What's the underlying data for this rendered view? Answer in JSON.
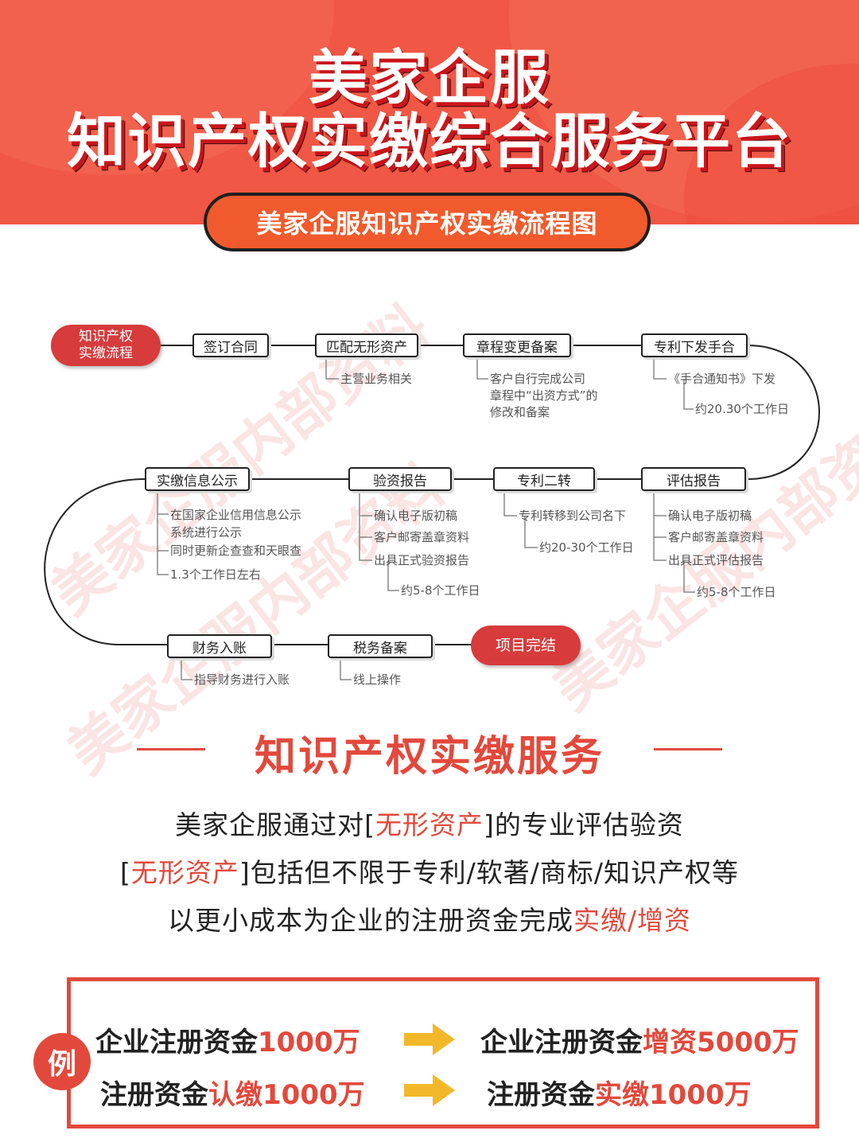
{
  "header": {
    "title_line1": "美家企服",
    "title_line2": "知识产权实缴综合服务平台",
    "pill": "美家企服知识产权实缴流程图"
  },
  "watermark": "美家企服内部资料",
  "flow": {
    "start": "知识产权\n实缴流程",
    "end": "项目完结",
    "row1": [
      {
        "label": "签订合同",
        "notes": []
      },
      {
        "label": "匹配无形资产",
        "notes": [
          "主营业务相关"
        ]
      },
      {
        "label": "章程变更备案",
        "notes": [
          "客户自行完成公司\n章程中“出资方式”的\n修改和备案"
        ]
      },
      {
        "label": "专利下发手合",
        "notes": [
          "《手合通知书》下发",
          "约20.30个工作日"
        ]
      }
    ],
    "row2": [
      {
        "label": "评估报告",
        "notes": [
          "确认电子版初稿",
          "客户邮寄盖章资料",
          "出具正式评估报告",
          "约5-8个工作日"
        ]
      },
      {
        "label": "专利二转",
        "notes": [
          "专利转移到公司名下",
          "约20-30个工作日"
        ]
      },
      {
        "label": "验资报告",
        "notes": [
          "确认电子版初稿",
          "客户邮寄盖章资料",
          "出具正式验资报告",
          "约5-8个工作日"
        ]
      },
      {
        "label": "实缴信息公示",
        "notes": [
          "在国家企业信用信息公示\n系统进行公示",
          "同时更新企查查和天眼查",
          "1.3个工作日左右"
        ]
      }
    ],
    "row3": [
      {
        "label": "财务入账",
        "notes": [
          "指导财务进行入账"
        ]
      },
      {
        "label": "税务备案",
        "notes": [
          "线上操作"
        ]
      }
    ]
  },
  "service": {
    "title": "知识产权实缴服务",
    "line1": {
      "a": "美家企服通过对[",
      "b": "无形资产",
      "c": "]的专业评估验资"
    },
    "line2": {
      "a": "[",
      "b": "无形资产",
      "c": "]包括但不限于专利/软著/商标/知识产权等"
    },
    "line3": {
      "a": "以更小成本为企业的注册资金完成",
      "b": "实缴/增资"
    }
  },
  "example": {
    "badge": "例",
    "row1_left": {
      "a": "企业注册资金",
      "b": "1000万"
    },
    "row1_right": {
      "a": "企业注册资金",
      "b": "增资5000万"
    },
    "row2_left": {
      "a": "注册资金",
      "b": "认缴1000万"
    },
    "row2_right": {
      "a": "注册资金",
      "b": "实缴1000万"
    }
  },
  "colors": {
    "accent": "#e2493c",
    "header": "#f05745",
    "capsule": "#d73b3c",
    "arrow": "#f2b82a"
  }
}
